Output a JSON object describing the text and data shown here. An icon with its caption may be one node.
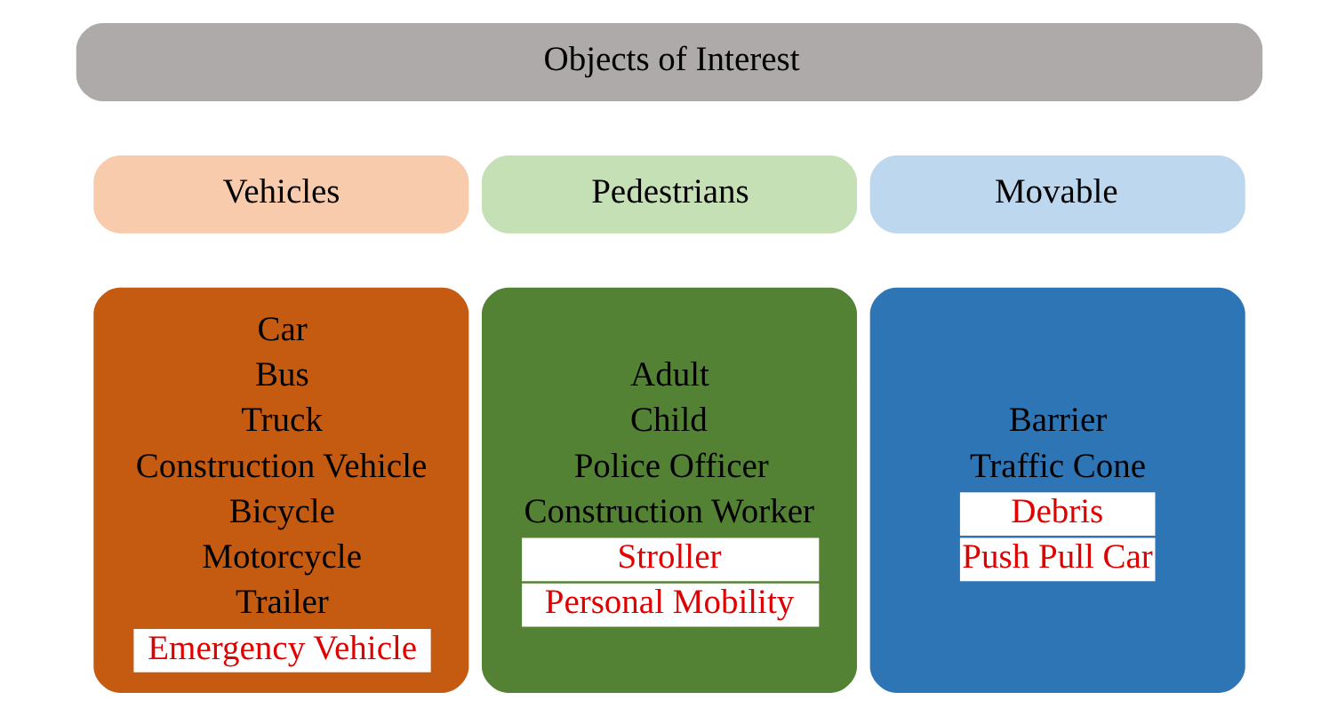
{
  "diagram": {
    "nodes": [
      {
        "text": [
          "Objects of Interest"
        ]
      },
      {
        "text": [
          "Vehicles"
        ]
      },
      {
        "text": [
          "Pedestrians"
        ]
      },
      {
        "text": [
          "Movable"
        ]
      },
      {
        "text": [
          "Car",
          "Bus",
          "Truck",
          "Construction Vehicle",
          "Bicycle",
          "Motorcycle",
          "Trailer",
          "Emergency Vehicle"
        ]
      },
      {
        "text": [
          "Adult",
          "Child",
          "Police Officer",
          "Construction Worker",
          "Stroller",
          "Personal Mobility"
        ]
      },
      {
        "text": [
          "Barrier",
          "Traffic Cone",
          "Debris",
          "Push Pull Car"
        ]
      }
    ]
  }
}
